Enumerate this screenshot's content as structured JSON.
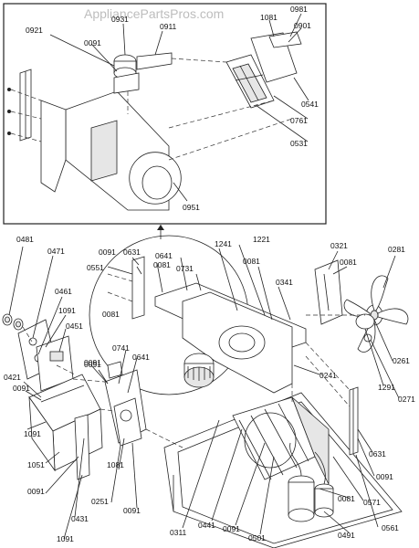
{
  "watermark": "AppliancePartsPros.com",
  "labels": {
    "c0921": "0921",
    "c0091_top": "0091",
    "c0931": "0931",
    "c0911": "0911",
    "c1081_top": "1081",
    "c0981": "0981",
    "c0901": "0901",
    "c0541": "0541",
    "c0761": "0761",
    "c0531": "0531",
    "c0951": "0951",
    "c0481": "0481",
    "c0471": "0471",
    "c0461": "0461",
    "c1091_a": "1091",
    "c0451": "0451",
    "c0421": "0421",
    "c0091_b": "0091",
    "c1091_b": "1091",
    "c1051": "1051",
    "c0091_c": "0091",
    "c0431": "0431",
    "c1091_c": "1091",
    "c0091_d": "0091",
    "c0631_a": "0631",
    "c0641_a": "0641",
    "c0081_a": "0081",
    "c0551": "0551",
    "c0731": "0731",
    "c0081_b": "0081",
    "c1241": "1241",
    "c1221": "1221",
    "c0081_c": "0081",
    "c0321": "0321",
    "c0081_d": "0081",
    "c0341": "0341",
    "c0281": "0281",
    "c0741": "0741",
    "c0641_b": "0641",
    "c0091_e": "0091",
    "c0251": "0251",
    "c1081_b": "1081",
    "c0091_f": "0091",
    "c0311": "0311",
    "c0441": "0441",
    "c0091_g": "0091",
    "c0501": "0501",
    "c0241": "0241",
    "c0261": "0261",
    "c1291": "1291",
    "c0271": "0271",
    "c0631_b": "0631",
    "c0091_h": "0091",
    "c0571": "0571",
    "c0081_e": "0081",
    "c0491": "0491",
    "c0561": "0561"
  }
}
